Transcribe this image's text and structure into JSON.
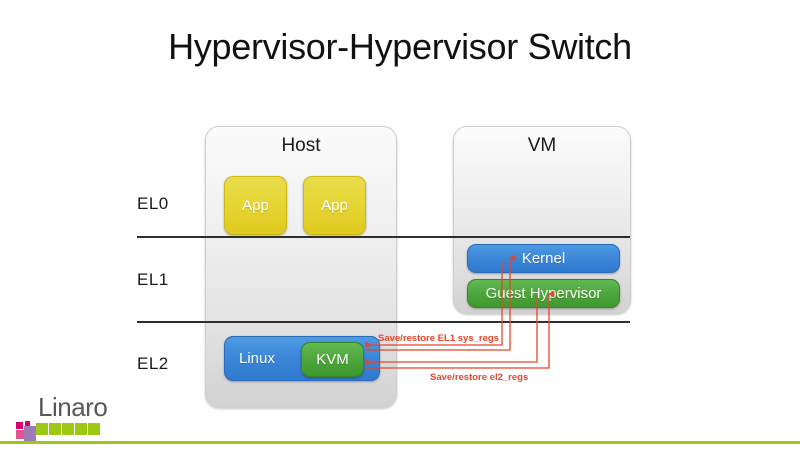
{
  "slide": {
    "title": "Hypervisor-Hypervisor Switch",
    "background_color": "#ffffff",
    "accent_color": "#9dc813"
  },
  "exception_levels": [
    {
      "id": "el0",
      "label": "EL0"
    },
    {
      "id": "el1",
      "label": "EL1"
    },
    {
      "id": "el2",
      "label": "EL2"
    }
  ],
  "containers": [
    {
      "id": "host",
      "title": "Host"
    },
    {
      "id": "vm",
      "title": "VM"
    }
  ],
  "components": {
    "app_1": {
      "label": "App",
      "color": "#e6d636"
    },
    "app_2": {
      "label": "App",
      "color": "#e6d636"
    },
    "linux": {
      "label": "Linux",
      "color": "#3d88d8"
    },
    "kvm": {
      "label": "KVM",
      "color": "#4fa83d"
    },
    "kernel": {
      "label": "Kernel",
      "color": "#3d88d8"
    },
    "guest_hypervisor": {
      "label": "Guest Hypervisor",
      "color": "#4fa83d"
    }
  },
  "annotations": {
    "color": "#e8442a",
    "el1_transfer": "Save/restore EL1 sys_regs",
    "el2_transfer": "Save/restore el2_regs"
  },
  "logo": {
    "wordmark": "Linaro",
    "text_color": "#58585a",
    "square_green": "#9dc813",
    "square_magenta": "#d7006e",
    "square_purple": "#9e7bb5"
  }
}
